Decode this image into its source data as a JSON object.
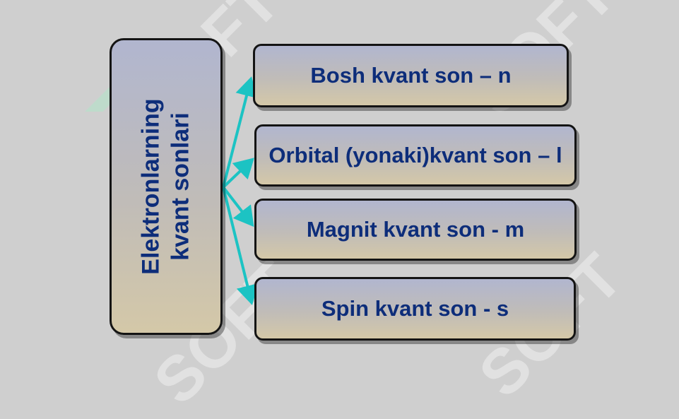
{
  "main_box": {
    "label_line1": "Elektronlarning",
    "label_line2": "kvant sonlari"
  },
  "branches": [
    {
      "label": "Bosh kvant son – n"
    },
    {
      "label": "Orbital (yonaki)kvant son – l"
    },
    {
      "label": "Magnit kvant son - m"
    },
    {
      "label": "Spin kvant son - s"
    }
  ],
  "watermark": {
    "text": "SOFT"
  },
  "colors": {
    "background": "#cfcfcf",
    "text": "#0d2d7a",
    "arrow": "#1cc3c3",
    "border": "#141414"
  }
}
